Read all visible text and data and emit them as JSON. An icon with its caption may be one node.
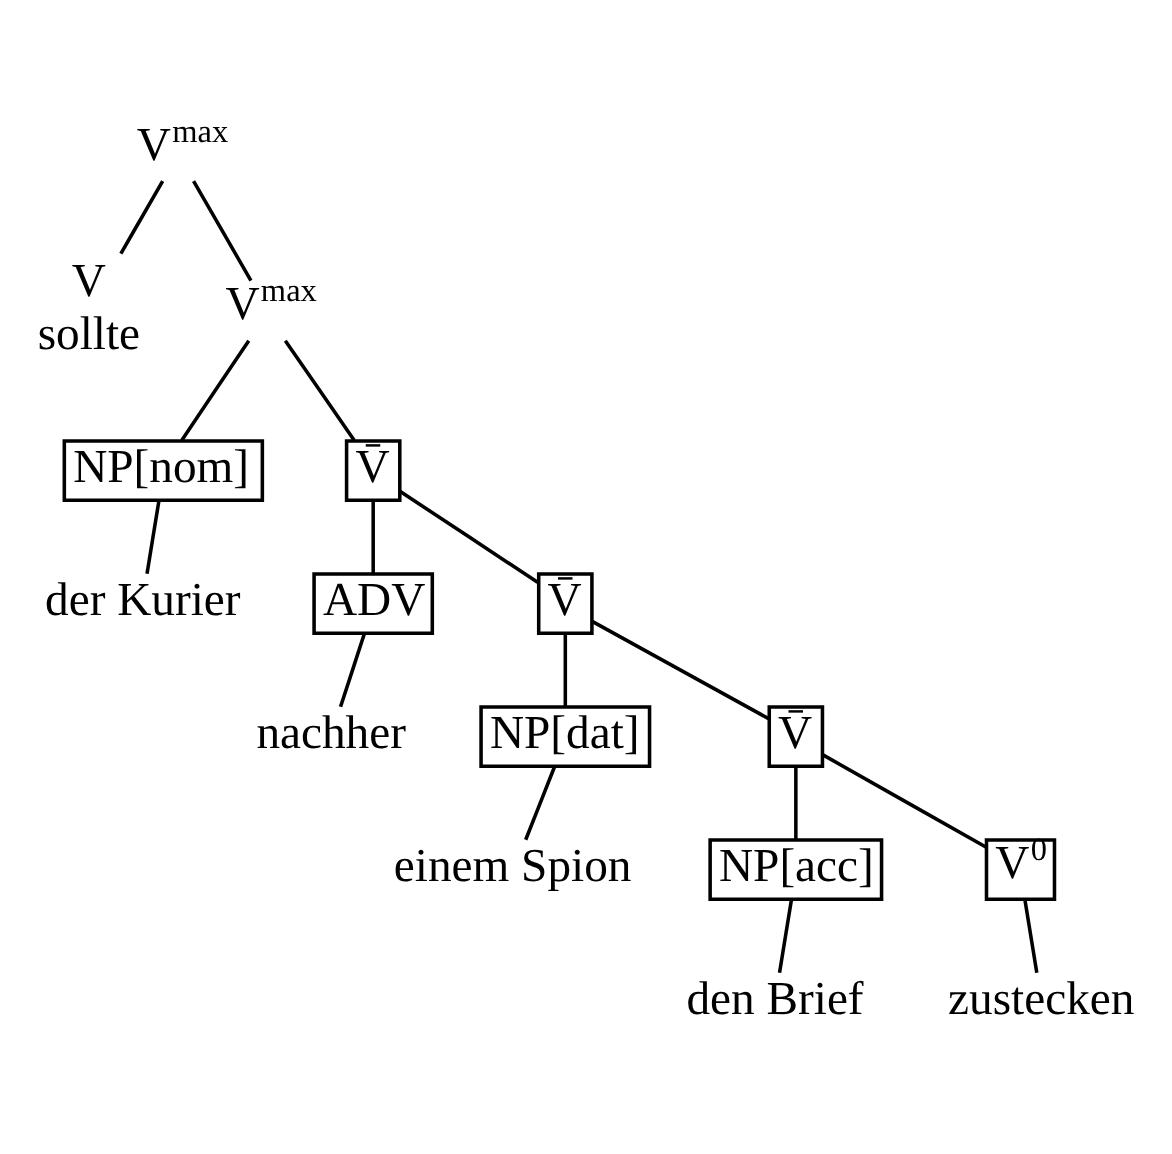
{
  "diagram": {
    "nodes": [
      {
        "text": [
          "V$^{max}$"
        ]
      },
      {
        "text": [
          "V",
          "sollte"
        ]
      },
      {
        "text": [
          "V$^{max}$"
        ]
      },
      {
        "text": [
          "V̄"
        ]
      },
      {
        "text": [
          "NP[nom]"
        ]
      },
      {
        "text": [
          "der Kurier"
        ]
      },
      {
        "text": [
          "ADV"
        ]
      },
      {
        "text": [
          "nachher"
        ]
      },
      {
        "text": [
          "V̄"
        ]
      },
      {
        "text": [
          "NP[dat]"
        ]
      },
      {
        "text": [
          "einem Spion"
        ]
      },
      {
        "text": [
          "V̄"
        ]
      },
      {
        "text": [
          "NP[acc]"
        ]
      },
      {
        "text": [
          "den Brief"
        ]
      },
      {
        "text": [
          "V$^{0}$"
        ]
      },
      {
        "text": [
          "zustecken"
        ]
      }
    ],
    "edges": [
      {
        "from": 0,
        "to": 1,
        "arrow": "none"
      },
      {
        "from": 0,
        "to": 2,
        "arrow": "none"
      },
      {
        "from": 2,
        "to": 4,
        "arrow": "none"
      },
      {
        "from": 2,
        "to": 3,
        "arrow": "none"
      },
      {
        "from": 4,
        "to": 5,
        "arrow": "none"
      },
      {
        "from": 3,
        "to": 6,
        "arrow": "none"
      },
      {
        "from": 3,
        "to": 8,
        "arrow": "none"
      },
      {
        "from": 6,
        "to": 7,
        "arrow": "none"
      },
      {
        "from": 8,
        "to": 9,
        "arrow": "none"
      },
      {
        "from": 8,
        "to": 11,
        "arrow": "none"
      },
      {
        "from": 9,
        "to": 10,
        "arrow": "none"
      },
      {
        "from": 11,
        "to": 12,
        "arrow": "none"
      },
      {
        "from": 11,
        "to": 14,
        "arrow": "none"
      },
      {
        "from": 12,
        "to": 13,
        "arrow": "none"
      },
      {
        "from": 14,
        "to": 15,
        "arrow": "none"
      }
    ]
  }
}
